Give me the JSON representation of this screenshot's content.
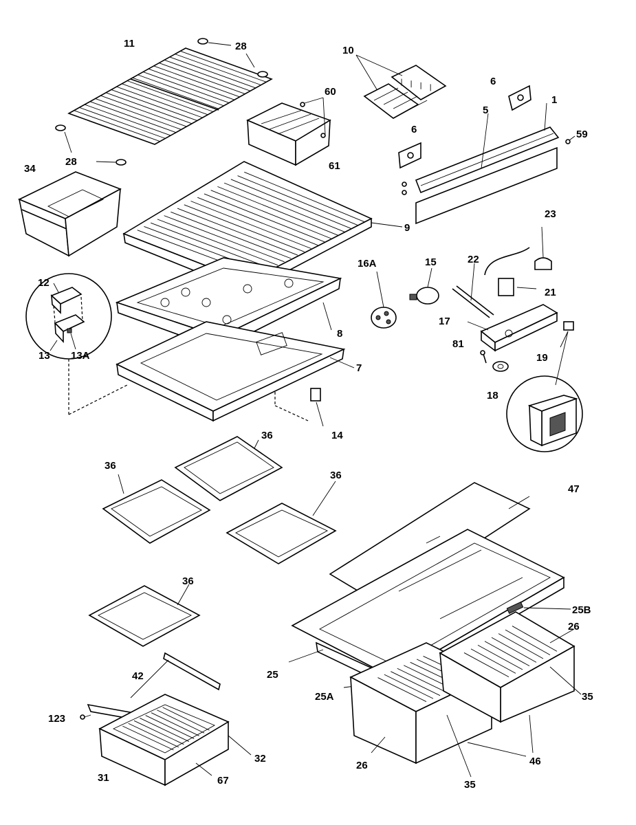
{
  "labels": {
    "l1": "1",
    "l5": "5",
    "l6a": "6",
    "l6b": "6",
    "l7": "7",
    "l8": "8",
    "l9": "9",
    "l10": "10",
    "l11": "11",
    "l12": "12",
    "l13": "13",
    "l13a": "13A",
    "l14": "14",
    "l15": "15",
    "l16a": "16A",
    "l17": "17",
    "l18": "18",
    "l19": "19",
    "l21": "21",
    "l22": "22",
    "l23": "23",
    "l25": "25",
    "l25a": "25A",
    "l25b": "25B",
    "l26a": "26",
    "l26b": "26",
    "l28a": "28",
    "l28b": "28",
    "l31": "31",
    "l32": "32",
    "l34": "34",
    "l35a": "35",
    "l35b": "35",
    "l36a": "36",
    "l36b": "36",
    "l36c": "36",
    "l36d": "36",
    "l42": "42",
    "l46": "46",
    "l47": "47",
    "l59": "59",
    "l60": "60",
    "l61": "61",
    "l67": "67",
    "l81": "81",
    "l123": "123"
  }
}
